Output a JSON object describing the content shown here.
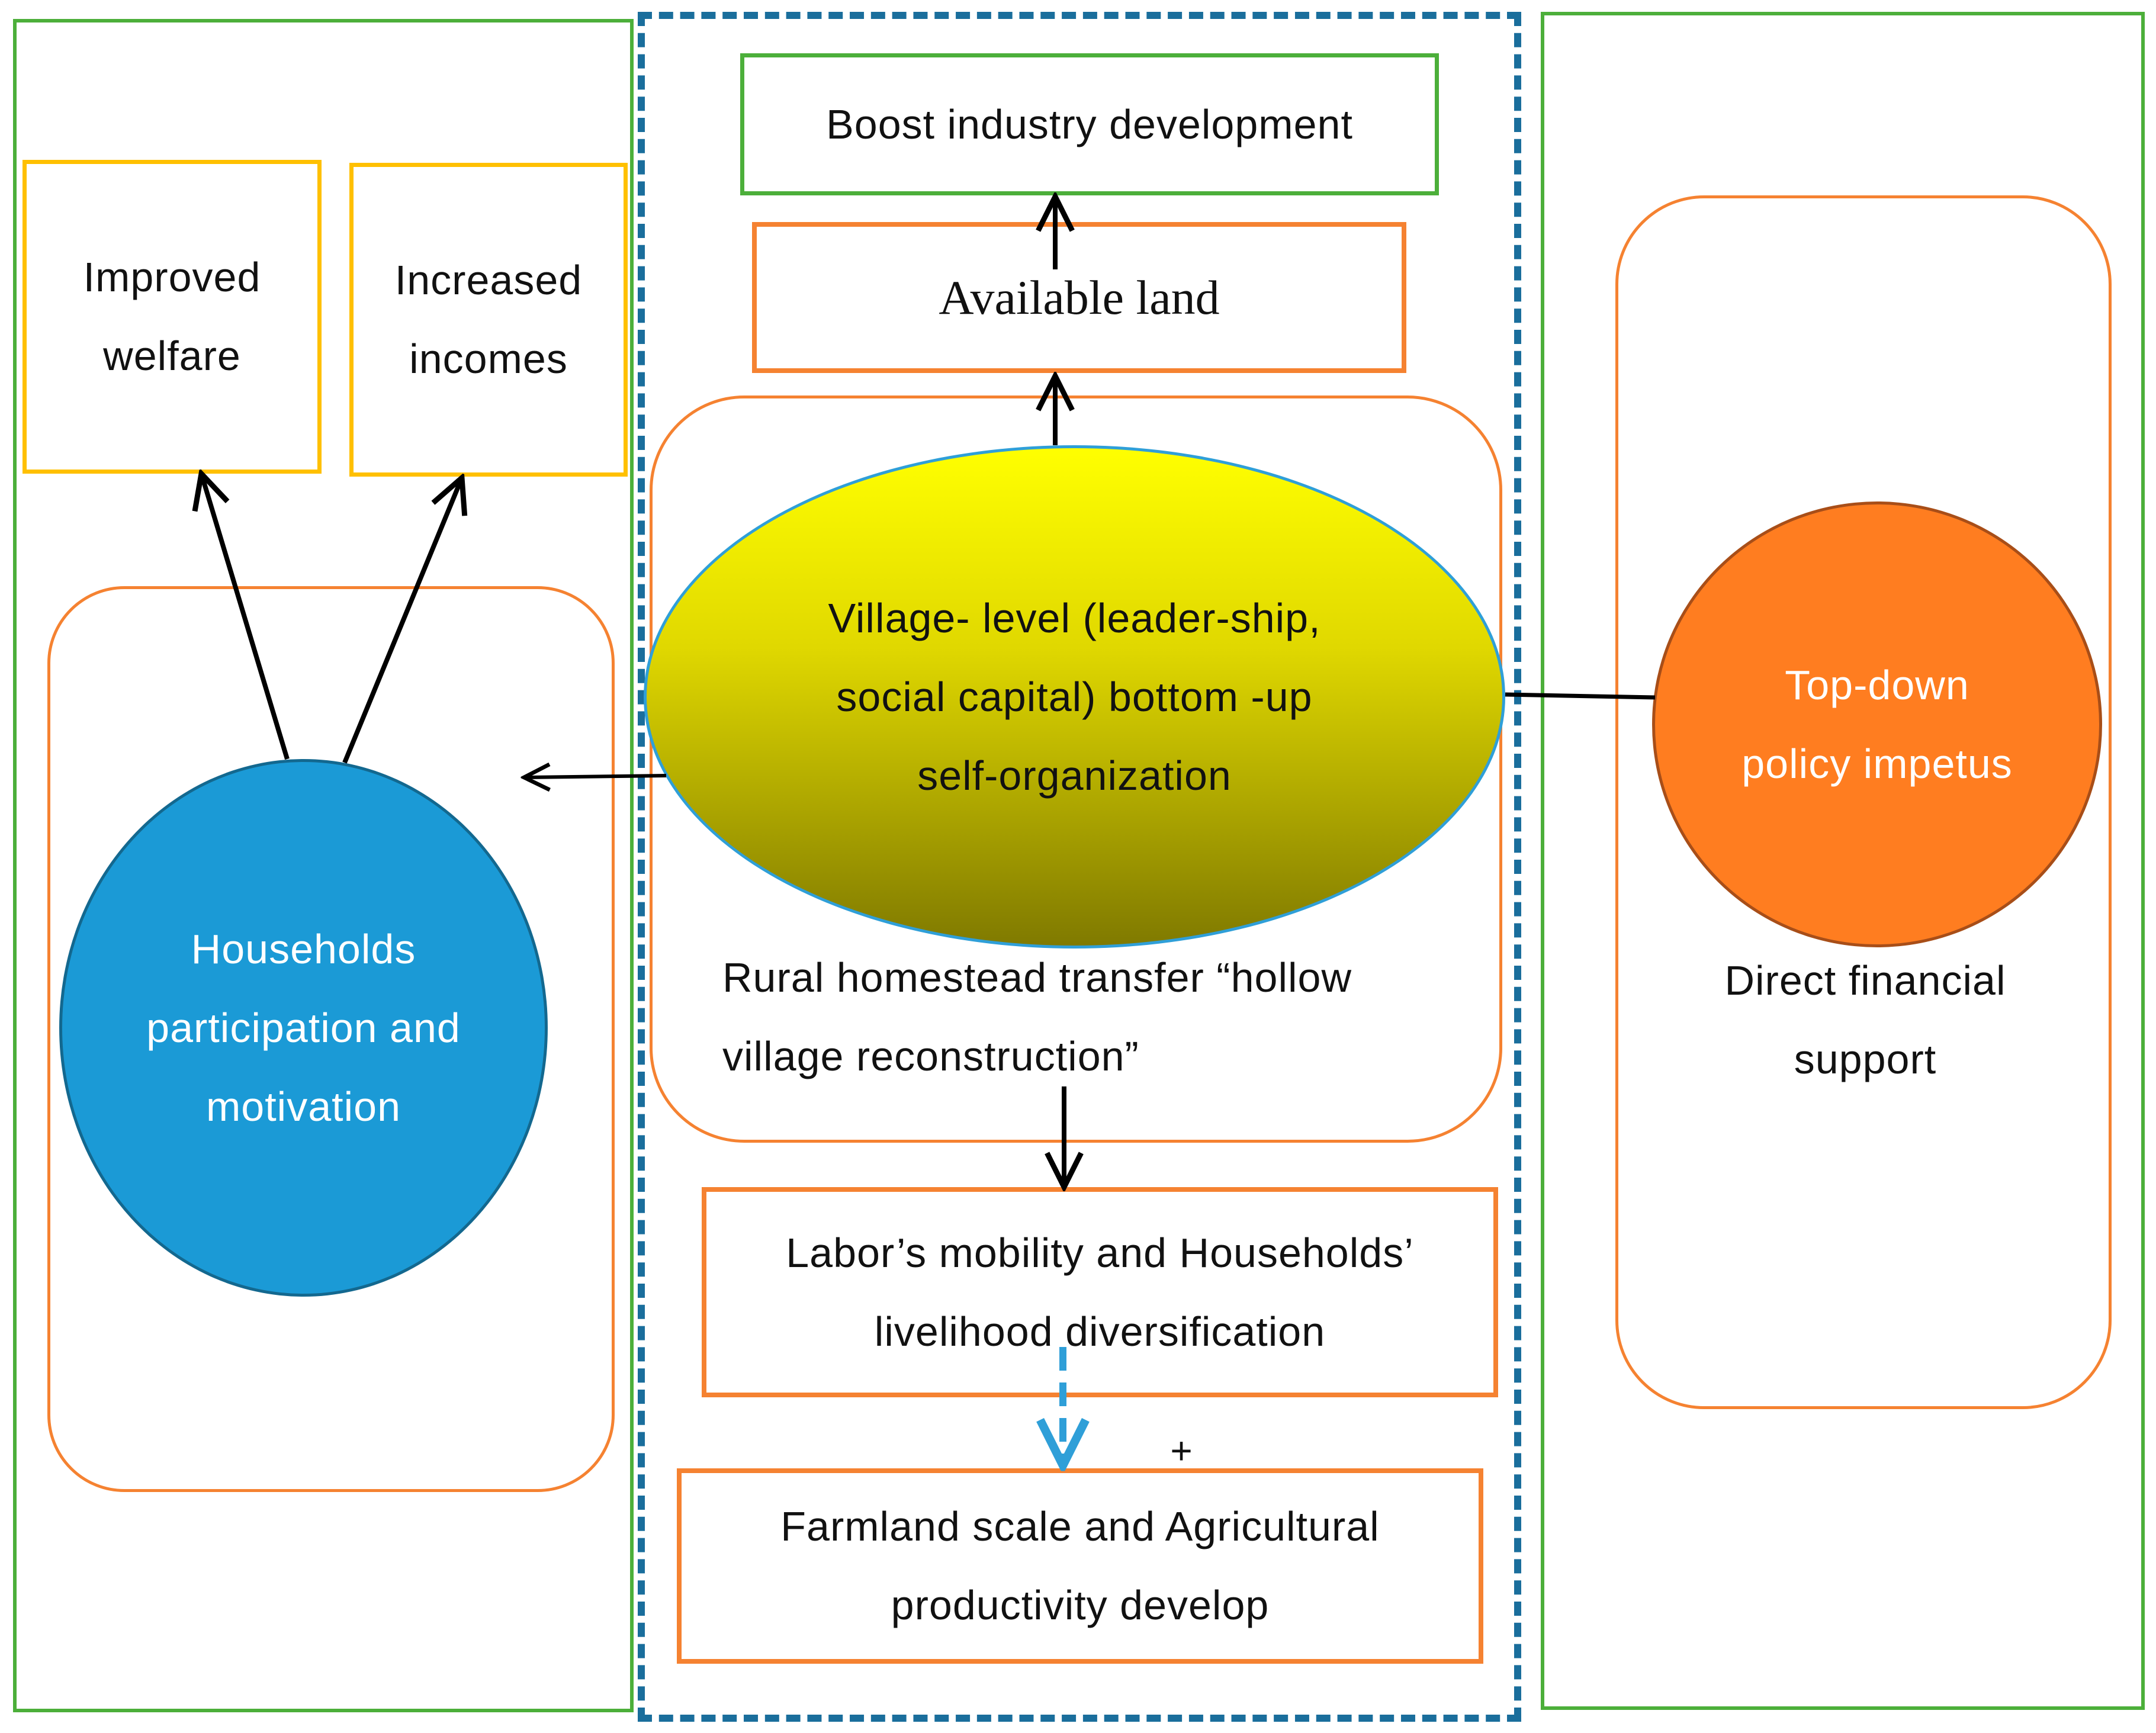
{
  "boxes": {
    "improved_welfare": "Improved welfare",
    "increased_incomes": "Increased incomes",
    "boost_industry": "Boost industry development",
    "available_land": "Available land",
    "labor_mobility": "Labor’s mobility and Households’ livelihood diversification",
    "farmland_scale": "Farmland scale and Agricultural productivity develop"
  },
  "nodes": {
    "households": "Households participation and motivation",
    "village_level": "Village- level (leader-ship, social capital) bottom -up self-organization",
    "top_down": "Top-down policy impetus"
  },
  "captions": {
    "rural_homestead": "Rural homestead transfer “hollow village reconstruction”",
    "direct_financial": "Direct financial support",
    "plus_sign": "+"
  },
  "colors": {
    "green_border": "#4caf3a",
    "dashed_border": "#1a6e9c",
    "yellow_border": "#ffc000",
    "orange_border": "#f58231",
    "households_fill": "#1b9ad6",
    "top_down_fill": "#ff7d20",
    "village_gradient_top": "#ffff00",
    "village_gradient_bottom": "#807a00"
  }
}
